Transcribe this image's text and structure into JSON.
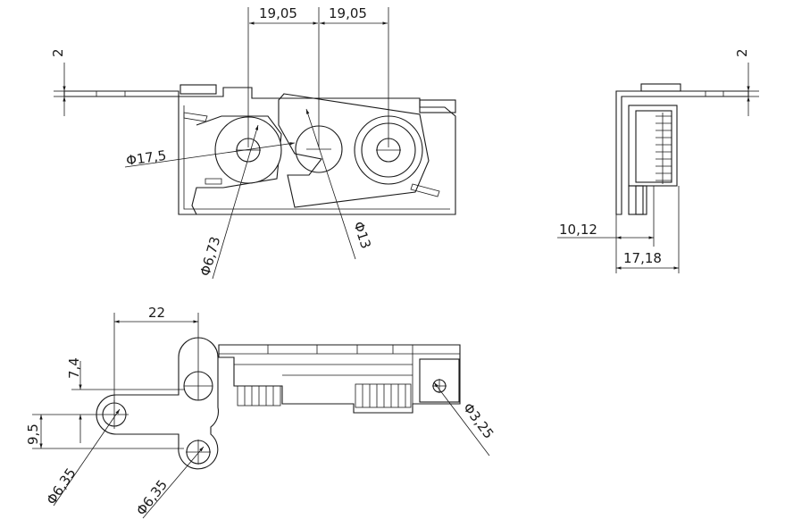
{
  "drawing": {
    "front_view": {
      "top_dims": [
        "19,05",
        "19,05"
      ],
      "left_thickness": "2",
      "dia_roller_outer": "Φ17,5",
      "dia_roller_pin": "Φ6,73",
      "dia_cam": "Φ13"
    },
    "side_view": {
      "thickness": "2",
      "width_inner": "10,12",
      "width_total": "17,18"
    },
    "bottom_view": {
      "horizontal": "22",
      "vertical_top": "7,4",
      "vertical_mid": "9,5",
      "hole_left": "Φ6,35",
      "hole_bottom": "Φ6,35",
      "hole_right": "Φ3,25"
    }
  }
}
